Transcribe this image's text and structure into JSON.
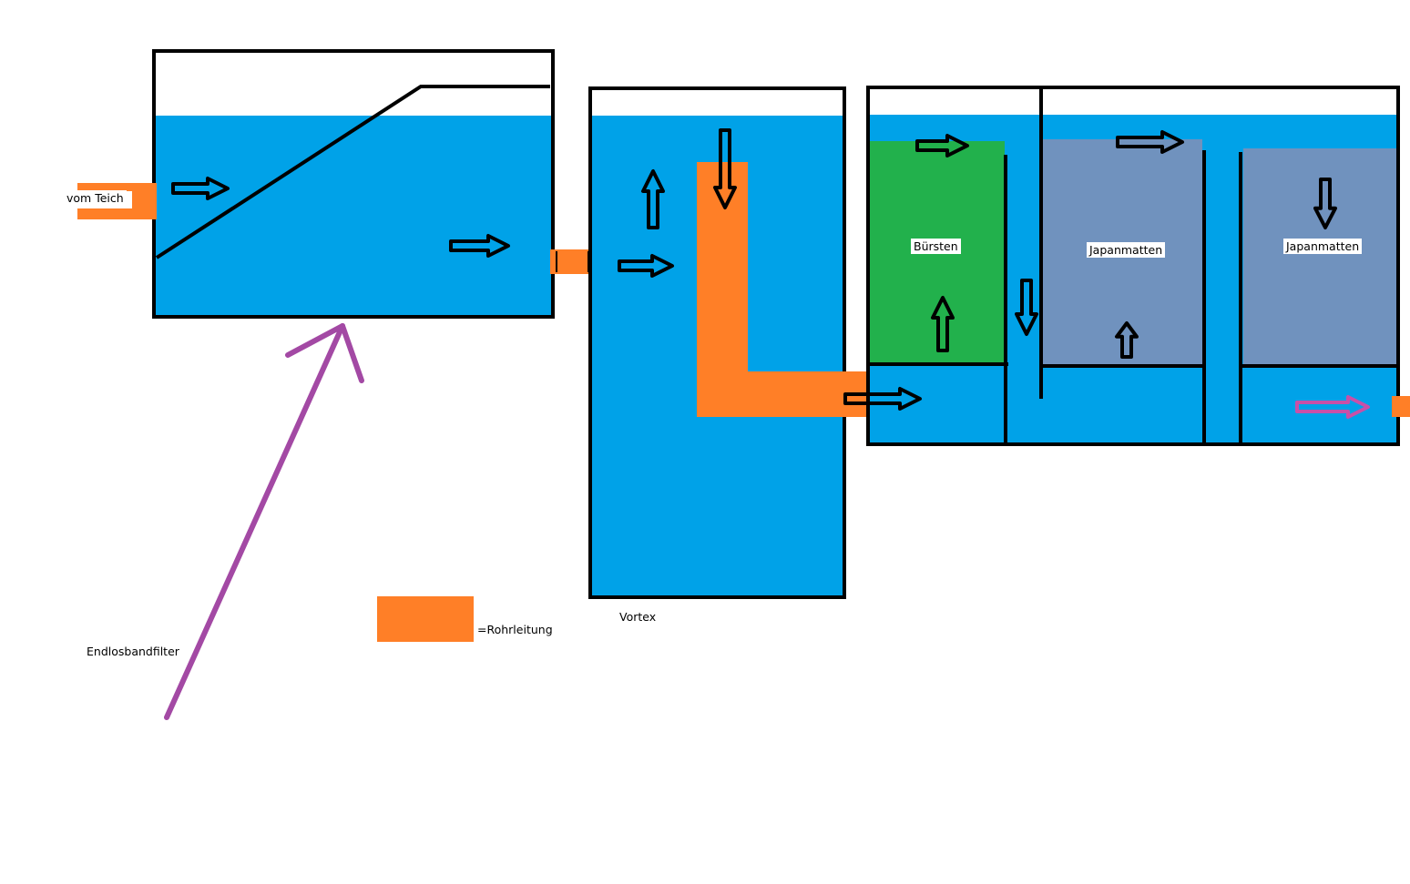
{
  "labels": {
    "inlet": "vom Teich",
    "vortex": "Vortex",
    "legend": "=Rohrleitung",
    "belt_filter": "Endlosbandfilter",
    "brushes": "Bürsten",
    "mats_1": "Japanmatten",
    "mats_2": "Japanmatten"
  },
  "colors": {
    "water": "#00a2e8",
    "pipe": "#ff7f27",
    "brushes": "#22b14c",
    "mats": "#7092be",
    "pointer": "#a349a4",
    "outlet_arrow": "#c850a8",
    "outline": "#000000"
  }
}
